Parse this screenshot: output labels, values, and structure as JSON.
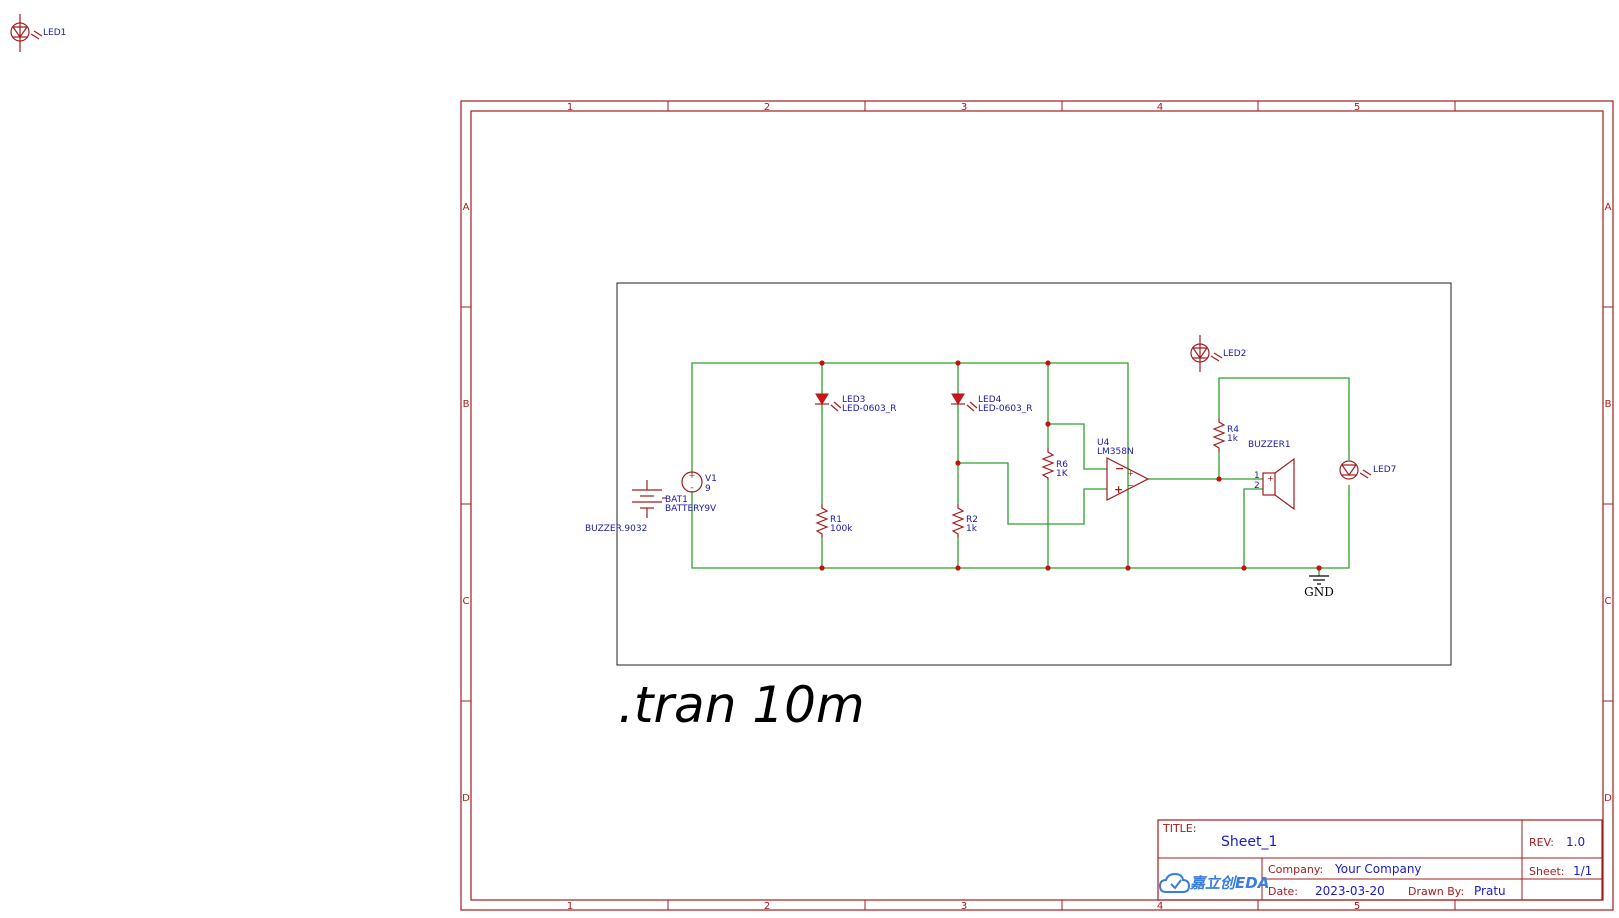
{
  "sheet": {
    "columns": [
      "1",
      "2",
      "3",
      "4",
      "5"
    ],
    "rows": [
      "A",
      "B",
      "C",
      "D"
    ]
  },
  "components": {
    "led1": "LED1",
    "led2": "LED2",
    "led3": {
      "ref": "LED3",
      "value": "LED-0603_R"
    },
    "led4": {
      "ref": "LED4",
      "value": "LED-0603_R"
    },
    "led7": "LED7",
    "v1": {
      "ref": "V1",
      "value": "9"
    },
    "bat1": {
      "ref": "BAT1",
      "value": "BATTERY9V"
    },
    "buzzer_part": "BUZZER.9032",
    "r1": {
      "ref": "R1",
      "value": "100k"
    },
    "r2": {
      "ref": "R2",
      "value": "1k"
    },
    "r6": {
      "ref": "R6",
      "value": "1K"
    },
    "r4": {
      "ref": "R4",
      "value": "1k"
    },
    "u4": {
      "ref": "U4",
      "value": "LM358N"
    },
    "buzzer1": {
      "ref": "BUZZER1",
      "pin1": "1",
      "pin2": "2"
    },
    "gnd": "GND",
    "source_symbols": {
      "plus": "+",
      "minus": "-"
    },
    "opamp_symbols": {
      "minus": "−",
      "plus": "+"
    }
  },
  "spice_directive": ".tran 10m",
  "title_block": {
    "title_label": "TITLE:",
    "title_value": "Sheet_1",
    "rev_label": "REV:",
    "rev_value": "1.0",
    "company_label": "Company:",
    "company_value": "Your Company",
    "sheet_label": "Sheet:",
    "sheet_value": "1/1",
    "date_label": "Date:",
    "date_value": "2023-03-20",
    "drawn_label": "Drawn By:",
    "drawn_value": "Pratu",
    "logo_text": "嘉立创EDA"
  },
  "colors": {
    "frame": "#a31c1c",
    "wire": "#2ea02e",
    "label": "#1a1aa8",
    "title_value": "#1a1ad0"
  }
}
